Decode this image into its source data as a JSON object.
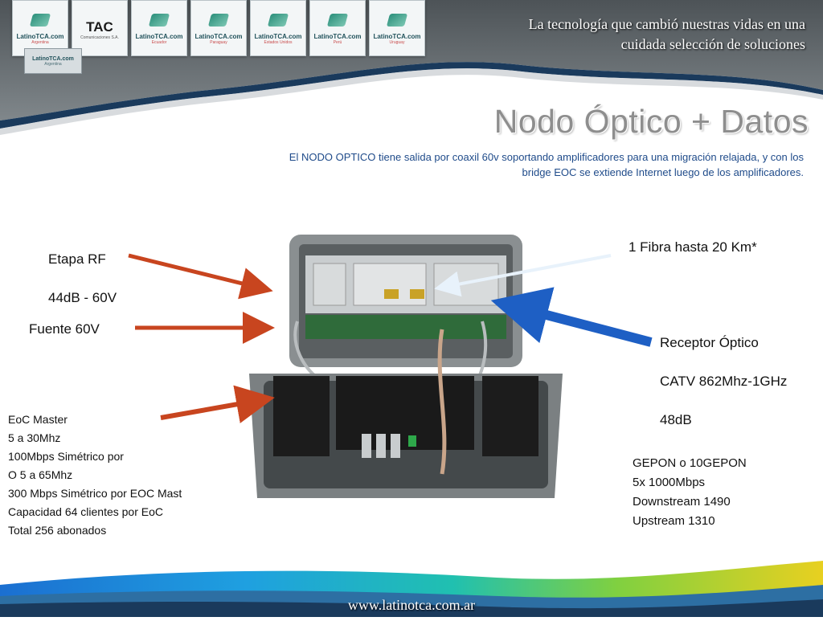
{
  "header": {
    "tagline_line1": "La tecnología que cambió nuestras vidas en una",
    "tagline_line2": "cuidada selección de soluciones",
    "logos": [
      {
        "icon": "latinotca-logo-icon",
        "wordmark": "LatinoTCA.com",
        "sub": "Argentina"
      },
      {
        "icon": "tac-logo-icon",
        "wordmark": "TAC",
        "sub": "Comunicaciones S.A."
      },
      {
        "icon": "latinotca-logo-icon",
        "wordmark": "LatinoTCA.com",
        "sub": "Ecuador"
      },
      {
        "icon": "latinotca-logo-icon",
        "wordmark": "LatinoTCA.com",
        "sub": "Paraguay"
      },
      {
        "icon": "latinotca-logo-icon",
        "wordmark": "LatinoTCA.com",
        "sub": "Estados Unidos"
      },
      {
        "icon": "latinotca-logo-icon",
        "wordmark": "LatinoTCA.com",
        "sub": "Perú"
      },
      {
        "icon": "latinotca-logo-icon",
        "wordmark": "LatinoTCA.com",
        "sub": "Uruguay"
      }
    ],
    "logo_extra": {
      "wordmark": "LatinoTCA.com",
      "sub": "Argentina"
    }
  },
  "slide": {
    "title": "Nodo Óptico + Datos",
    "description_line1": "El NODO OPTICO tiene salida por coaxil 60v soportando amplificadores para una migración relajada, y con los",
    "description_line2": "bridge EOC se extiende Internet luego de los amplificadores."
  },
  "labels": {
    "etapa_rf": [
      "Etapa RF",
      "44dB - 60V"
    ],
    "fuente": "Fuente 60V",
    "fibra": "1 Fibra hasta 20 Km*",
    "receptor": [
      "Receptor Óptico",
      "CATV 862Mhz-1GHz",
      "48dB"
    ],
    "eoc": [
      "EoC Master",
      "5 a 30Mhz",
      "100Mbps Simétrico por",
      "O 5 a 65Mhz",
      "300 Mbps Simétrico por EOC Mast",
      "Capacidad 64 clientes por EoC",
      "Total 256 abonados"
    ],
    "gepon": [
      "GEPON o 10GEPON",
      "5x 1000Mbps",
      "Downstream 1490",
      "Upstream 1310"
    ]
  },
  "footer": {
    "url": "www.latinotca.com.ar"
  },
  "colors": {
    "header_gray": "#6d7478",
    "title_gray": "#8e8e8e",
    "description_blue": "#1f4b8a",
    "arrow_red": "#c8451f",
    "arrow_blue": "#1e5fc4"
  }
}
